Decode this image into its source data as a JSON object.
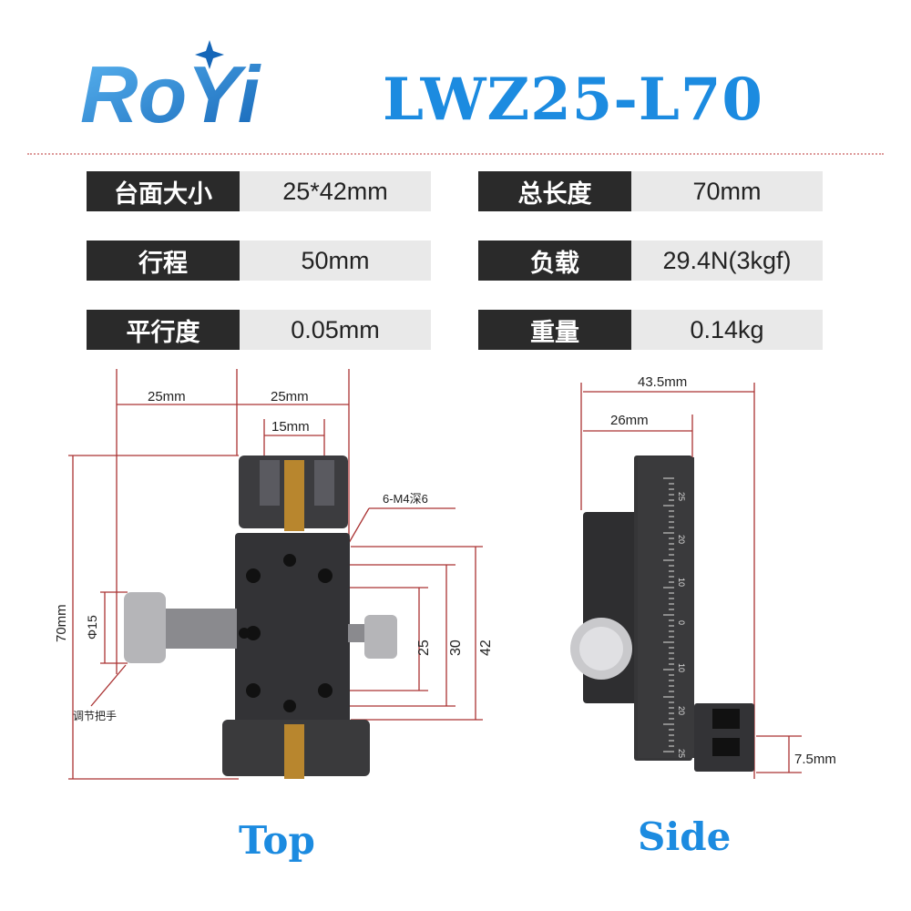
{
  "brand": {
    "logo_text": "RoYi",
    "accent": "#1c8be0"
  },
  "model": "LWZ25-L70",
  "specs": [
    {
      "label": "台面大小",
      "value": "25*42mm"
    },
    {
      "label": "总长度",
      "value": "70mm"
    },
    {
      "label": "行程",
      "value": "50mm"
    },
    {
      "label": "负载",
      "value": "29.4N(3kgf)"
    },
    {
      "label": "平行度",
      "value": "0.05mm"
    },
    {
      "label": "重量",
      "value": "0.14kg"
    }
  ],
  "top_view": {
    "caption": "Top",
    "dim_25_left": "25mm",
    "dim_25_right": "25mm",
    "dim_15": "15mm",
    "dim_70": "70mm",
    "dim_phi15": "Φ15",
    "dim_25": "25",
    "dim_30": "30",
    "dim_42": "42",
    "hole_note": "6-M4深6",
    "knob_note": "调节把手"
  },
  "side_view": {
    "caption": "Side",
    "dim_43_5": "43.5mm",
    "dim_26": "26mm",
    "dim_7_5": "7.5mm",
    "scale_ticks": [
      "25",
      "20",
      "10",
      "0",
      "10",
      "20",
      "25"
    ]
  }
}
